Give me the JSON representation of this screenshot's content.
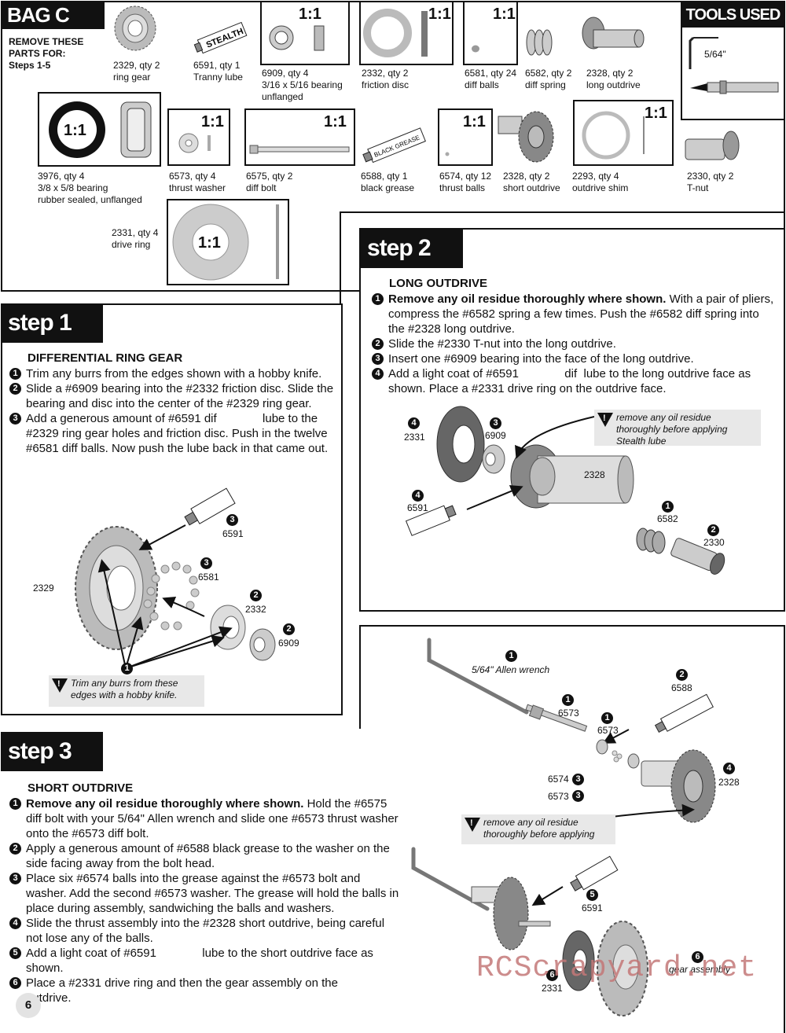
{
  "bag": {
    "title": "BAG C",
    "intro": [
      "REMOVE THESE",
      "PARTS FOR:",
      "Steps 1-5"
    ],
    "scale": "1:1",
    "parts": [
      {
        "id": "p2329",
        "lines": [
          "2329, qty 2",
          "ring gear"
        ]
      },
      {
        "id": "p6591",
        "lines": [
          "6591, qty 1",
          "Tranny lube"
        ],
        "label": "STEALTH"
      },
      {
        "id": "p6909",
        "lines": [
          "6909, qty 4",
          "3/16 x 5/16 bearing",
          "unflanged"
        ]
      },
      {
        "id": "p2332",
        "lines": [
          "2332, qty 2",
          "friction disc"
        ]
      },
      {
        "id": "p6581",
        "lines": [
          "6581, qty 24",
          "diff balls"
        ]
      },
      {
        "id": "p6582",
        "lines": [
          "6582, qty 2",
          "diff spring"
        ]
      },
      {
        "id": "p2328a",
        "lines": [
          "2328, qty 2",
          "long outdrive"
        ]
      },
      {
        "id": "p3976",
        "lines": [
          "3976, qty 4",
          "3/8 x 5/8 bearing",
          "rubber sealed, unflanged"
        ]
      },
      {
        "id": "p6573",
        "lines": [
          "6573, qty 4",
          "thrust washer"
        ]
      },
      {
        "id": "p6575",
        "lines": [
          "6575, qty 2",
          "diff bolt"
        ]
      },
      {
        "id": "p6588",
        "lines": [
          "6588, qty 1",
          "black grease"
        ],
        "label": "BLACK GREASE"
      },
      {
        "id": "p6574",
        "lines": [
          "6574, qty 12",
          "thrust balls"
        ]
      },
      {
        "id": "p2328b",
        "lines": [
          "2328, qty 2",
          "short outdrive"
        ]
      },
      {
        "id": "p2293",
        "lines": [
          "2293, qty 4",
          "outdrive shim"
        ]
      },
      {
        "id": "p2330",
        "lines": [
          "2330, qty 2",
          "T-nut"
        ]
      },
      {
        "id": "p2331",
        "lines": [
          "2331, qty 4",
          "drive ring"
        ]
      }
    ]
  },
  "tools": {
    "title": "TOOLS USED",
    "wrench_label": "5/64\""
  },
  "step1": {
    "tag": "step 1",
    "title": "DIFFERENTIAL RING GEAR",
    "items": [
      {
        "n": "1",
        "bold": "",
        "text": "Trim any burrs from the edges shown with a hobby knife."
      },
      {
        "n": "2",
        "bold": "",
        "text": "Slide a #6909 bearing into the #2332 friction disc. Slide the bearing and disc into the center of the #2329 ring gear."
      },
      {
        "n": "3",
        "bold": "",
        "text": "Add a generous amount of #6591 dif              lube to the #2329 ring gear holes and friction disc. Push in the twelve #6581 diff balls. Now push the lube back in that came out."
      }
    ],
    "labels": {
      "lube_num": "6591",
      "balls_num": "6581",
      "gear_num": "2329",
      "disc_num": "2332",
      "bearing_num": "6909",
      "b3a": "3",
      "b3b": "3",
      "b2a": "2",
      "b2b": "2",
      "b1": "1"
    },
    "warning": "Trim any burrs from these edges with a hobby knife."
  },
  "step2": {
    "tag": "step 2",
    "title": "LONG OUTDRIVE",
    "items": [
      {
        "n": "1",
        "bold": "Remove any oil residue thoroughly where shown.",
        "text": " With a pair of pliers, compress the #6582 spring a few times. Push the #6582 diff spring into the #2328 long outdrive."
      },
      {
        "n": "2",
        "bold": "",
        "text": "Slide the #2330 T-nut into the long outdrive."
      },
      {
        "n": "3",
        "bold": "",
        "text": "Insert one #6909 bearing into the face of the long outdrive."
      },
      {
        "n": "4",
        "bold": "",
        "text": "Add a light coat of #6591              dif  lube to the long outdrive face as shown. Place a #2331 drive ring on the outdrive face."
      }
    ],
    "labels": {
      "ring_num": "2331",
      "bearing_num": "6909",
      "lube_num": "6591",
      "outdrive_num": "2328",
      "spring_num": "6582",
      "tnut_num": "2330",
      "b4a": "4",
      "b3": "3",
      "b4b": "4",
      "b1": "1",
      "b2": "2"
    },
    "warning": "remove any oil residue thoroughly before applying Stealth lube"
  },
  "step3": {
    "tag": "step 3",
    "title": "SHORT OUTDRIVE",
    "items": [
      {
        "n": "1",
        "bold": "Remove any oil residue thoroughly where shown.",
        "text": " Hold the #6575 diff bolt with your 5/64\" Allen wrench and slide one #6573 thrust washer onto the #6573 diff bolt."
      },
      {
        "n": "2",
        "bold": "",
        "text": "Apply a generous amount of #6588 black grease to the washer on the side facing away from the bolt head."
      },
      {
        "n": "3",
        "bold": "",
        "text": "Place six #6574 balls into the grease against the #6573 bolt and washer. Add the second #6573 washer. The grease will hold the balls in place during assembly, sandwiching the balls and washers."
      },
      {
        "n": "4",
        "bold": "",
        "text": "Slide the thrust assembly into the #2328 short outdrive, being careful not lose any of the balls."
      },
      {
        "n": "5",
        "bold": "",
        "text": "Add a light coat of #6591              lube to the short outdrive face as shown."
      },
      {
        "n": "6",
        "bold": "",
        "text": "Place a #2331 drive ring and then the gear assembly on the         outdrive."
      }
    ],
    "labels": {
      "wrench": "5/64\" Allen wrench",
      "grease_num": "6588",
      "bolt_num": "6573",
      "washer_num": "6573",
      "balls_num": "6574",
      "washer2_num": "6573",
      "outdrive_num": "2328",
      "lube_num": "6591",
      "ring_num": "2331",
      "gear": "gear assembly",
      "b1a": "1",
      "b2": "2",
      "b1b": "1",
      "b1c": "1",
      "b3a": "3",
      "b3b": "3",
      "b4": "4",
      "b5": "5",
      "b6a": "6",
      "b6b": "6"
    },
    "warning": "remove any oil residue thoroughly before applying"
  },
  "page_number": "6",
  "watermark": "RCScrapyard.net"
}
